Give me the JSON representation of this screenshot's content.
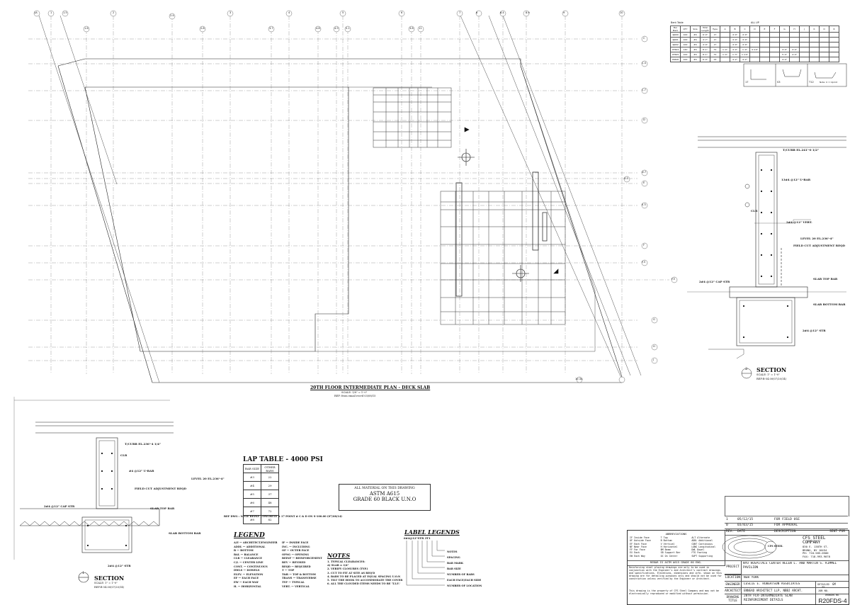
{
  "plan": {
    "title": "20TH FLOOR INTERMEDIATE PLAN - DECK SLAB",
    "scale": "SCALE: 1/8\" = 1'-0\"",
    "ref": "REF: from email recvd 03/08/15",
    "grid_cols_top": [
      "1A",
      "1",
      "1.5",
      "2",
      "2.4",
      "3",
      "3.7",
      "4",
      "4.8",
      "4.9",
      "5",
      "5.1",
      "6",
      "7",
      "8",
      "8.4",
      "8.9",
      "9",
      "10",
      "11"
    ],
    "grid_cols_mid": [
      "1.6",
      "2.8",
      "3.8"
    ],
    "grid_rows": [
      "C",
      "C.4",
      "C.7",
      "D",
      "D.7",
      "E",
      "E.3",
      "F",
      "F.3",
      "F.5",
      "G",
      "H",
      "J"
    ],
    "grid_row_d5": "D.5",
    "bottom_mark": "10.3A"
  },
  "section1": {
    "number": "1",
    "title": "SECTION",
    "scale": "SCALE: 1\" = 1'-0\"",
    "ref": "REF:B-54.00(07/20/14)",
    "notes": [
      "T/CURB EL.236'-4 1/4\"",
      "CLR",
      "#4 @12\" U-BAR",
      "LEVEL 20 EL.236'-4\"",
      "FIELD CUT ADJUSTMENT REQD",
      "2#4 @12\" CAP STR",
      "SLAB TOP BAR",
      "SLAB BOTTOM BAR",
      "2#4 @12\" STR"
    ]
  },
  "section2": {
    "number": "2",
    "title": "SECTION",
    "scale": "SCALE: 1\" = 1'-0\"",
    "ref": "REF:B-54.00(07/20/14)",
    "notes": [
      "T/CURB EL.241'-0 1/2\"",
      "13#4 @12\" U-BAR",
      "CLR",
      "2#4 @12\" VERT.",
      "LEVEL 20 EL.236'-4\"",
      "FIELD CUT ADJUSTMENT REQD",
      "2#4 @12\" CAP STR",
      "SLAB TOP BAR",
      "SLAB BOTTOM BAR",
      "2#4 @12\" STR"
    ]
  },
  "lap_table": {
    "title": "LAP TABLE - 4000 PSI",
    "headers": [
      "BAR SIZE",
      "OTHER BARS"
    ],
    "rows": [
      [
        "#3",
        "22"
      ],
      [
        "#4",
        "29"
      ],
      [
        "#5",
        "37"
      ],
      [
        "#6",
        "48"
      ],
      [
        "#7",
        "72"
      ],
      [
        "#8",
        "82"
      ]
    ],
    "footnote": "REF DWG : NOTE REINF. CONCRETE # 17 POINT # C & D ON S-100.00 (07/08/14)"
  },
  "material": {
    "line1": "ALL MATERIAL ON THIS DRAWING",
    "line2": "ASTM A615",
    "line3": "GRADE 60 BLACK U.N.O"
  },
  "legend": {
    "title": "LEGEND",
    "col1": [
      "A/E — ARCHITECT/ENGINEER",
      "ADDL — ADDITIONAL",
      "B — BOTTOM",
      "BAL — BALANCE",
      "CLR — CLEARANCE",
      "C/L — CENTER LINE",
      "CONT. — CONTINUOUS",
      "DWLS — DOWELS",
      "ELEV. — ELEVATION",
      "EF — EACH FACE",
      "EW — EACH WAY",
      "H. — HORIZONTAL"
    ],
    "col2": [
      "IF — INSIDE FACE",
      "INC. — INCLUDING",
      "OF — OUTER FACE",
      "OPNG — OPENING",
      "REINF — REINFORCEMENT",
      "REV — REVISED",
      "REQD — REQUIRED",
      "T — TOP",
      "T&B — TOP & BOTTOM",
      "TRANS — TRANSVERSE",
      "TYP — TYPICAL",
      "VERT. — VERTICAL"
    ]
  },
  "notes": {
    "title": "NOTES",
    "items": [
      "1. TYPICAL CLEARANCES:",
      "A) SLAB = 3/4\"",
      "2. VERIFY CLOSURES (TYP.)",
      "3. CUT TO FIT AT SITE AS REQ'D",
      "4. BARS TO BE PLACED AT EQUAL SPACING U.O.N",
      "5. TILT THE HOOK TO ACCOMMODATE THE COVER",
      "6. ALL THE CLOUDED ITEMS NEEDS TO BE 'T.I.F.'"
    ]
  },
  "label_legends": {
    "title": "LABEL LEGENDS",
    "sample": "6#4@12\"STR 3T1",
    "items": [
      "NOTES",
      "SPACING",
      "BAR MARK",
      "BAR SIZE",
      "NUMBER OF BARS",
      "EACH FACE/EACH SIDE",
      "NUMBER OF LOCATION"
    ]
  },
  "revisions": {
    "headers": [
      "REV.",
      "DATE",
      "DESCRIPTION",
      "SENT FOR"
    ],
    "rows": [
      [
        "1",
        "05/12/15",
        "FOR FIELD USE",
        ""
      ],
      [
        "0",
        "03/03/15",
        "FOR APPROVAL",
        ""
      ]
    ]
  },
  "title_block": {
    "abbrev_title": "ABBREVIATIONS",
    "abbrev": [
      "IF  Inside Face",
      "T   Top",
      "ALT Alternate",
      "OF  Outside Face",
      "B   Bottom",
      "ADDL Additional",
      "EF  Each Face",
      "V   Vertical",
      "CONT Continuous",
      "NF  Near Face",
      "H   Horizontal",
      "LONG Longitudinal",
      "FF  Far Face",
      "BM  Beam",
      "DWL Dowel",
      "EX  Each",
      "SB  Support Bar",
      "FTG Footing",
      "EW  Each Way",
      "OC  On Center",
      "SUPT Supporting"
    ],
    "rebar_note": "REBAR IS ASTM A615 GRADE 60 ENG.",
    "disclaimer": "Reinforcing steel placing drawings are only to be used in conjunction with the Engineer's and Architect's contract drawings and specifications. Elevations, dimensions and info. shown on this drawing are for detailing purposes only and should not be used for construction unless verified by the Engineer or Architect.",
    "property": "This drawing is the property of CFS Steel Company and may not be electronically reproduced or modified without permission.",
    "company_name": "CFS STEEL COMPANY",
    "company_addr": [
      "830 E. 138TH ST.",
      "BRONX, NY 10454",
      "PH: 718-585-0500",
      "FAX: 718-993-9078"
    ],
    "logo_text": "CFS STEEL",
    "project_label": "PROJECT",
    "project": "NYU HOSPITALS CENTER HELEN L. AND MARTIN S. KIMMEL PAVILION",
    "location_label": "LOCATION",
    "location": "NEW YORK",
    "engineer_label": "ENGINEER",
    "engineer": "LESLIE E. ROBERTSON ASSOCIATES",
    "architect_label": "ARCHITECT",
    "architect": "ENNEAD ARCHITECT LLP, NBBJ ARCHT.",
    "detailer_label": "DETAILED BY",
    "detailer": "GM",
    "job_label": "JOB NO.",
    "title_label": "DRAWING TITLE",
    "title": [
      "20TH FLR-INTERMEDIATE SLAB",
      "REINFORCEMENT DETAILS"
    ],
    "dwg_label": "DRAWING NO.",
    "dwg_no": "R20FDS-4"
  },
  "bar_table": {
    "header": "Bent Table",
    "subheader": "ALL UP",
    "cols": [
      "Bar Mark",
      "QTY",
      "Size",
      "Total Length",
      "Type",
      "A",
      "B",
      "C",
      "D",
      "E",
      "F",
      "G",
      "H",
      "J",
      "K",
      "O",
      "R"
    ],
    "rows": [
      [
        "4J600",
        "100",
        "#4",
        "6'-0\"",
        "17",
        "",
        "4'-0\"",
        "4'-0\"",
        "",
        "",
        "",
        "",
        "",
        "",
        "",
        "",
        ""
      ],
      [
        "4J601",
        "100",
        "#4",
        "4'-7\"",
        "17",
        "",
        "4'-0\"",
        "4'-0\"",
        "",
        "",
        "",
        "",
        "",
        "",
        "",
        "",
        ""
      ],
      [
        "4J602",
        "100",
        "#4",
        "4'-9\"",
        "17",
        "",
        "4'-9\"",
        "4'-9\"",
        "",
        "",
        "",
        "",
        "",
        "",
        "",
        "",
        ""
      ],
      [
        "4T604",
        "140",
        "#4",
        "8'-1\"",
        "T2",
        "1'-4\"",
        "4'-0\"",
        "1'-0\"",
        "4'-10\"",
        "",
        "",
        "4'-4\"",
        "4'-4\"",
        "",
        "",
        "",
        ""
      ],
      [
        "4T605",
        "100",
        "#4",
        "8'-1\"",
        "T2",
        "1'-4\"",
        "1'-3\"",
        "1'-10\"",
        "",
        "",
        "",
        "5'-4\"",
        "4'-4\"",
        "",
        "",
        "",
        ""
      ],
      [
        "4S600",
        "100",
        "#4",
        "6'-0\"",
        "S3",
        "",
        "4'-2\"",
        "4'-2\"",
        "",
        "",
        "",
        "4'-2\"",
        "",
        "",
        "",
        "",
        ""
      ]
    ],
    "shape_labels": [
      "17",
      "S3",
      "T12"
    ],
    "shape_note": "Note: U = Uprint"
  }
}
